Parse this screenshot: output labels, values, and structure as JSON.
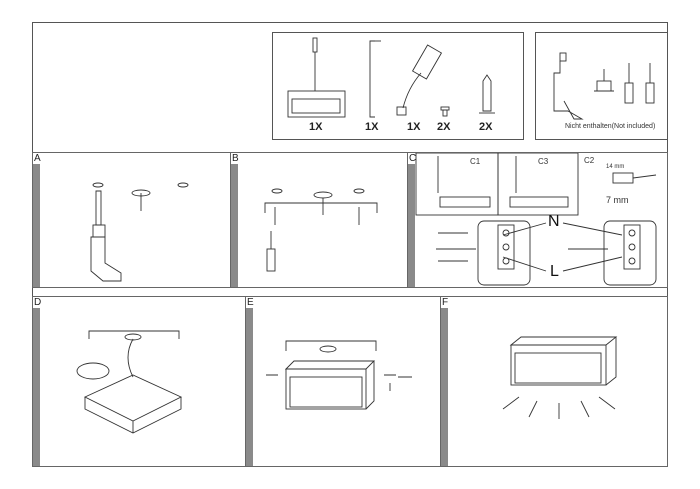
{
  "parts": {
    "quantities": [
      "1X",
      "1X",
      "1X",
      "2X",
      "2X"
    ],
    "not_included_label": "Nicht enthalten(Not included)"
  },
  "steps": {
    "a": "A",
    "b": "B",
    "c": "C",
    "d": "D",
    "e": "E",
    "f": "F"
  },
  "wiring": {
    "c1": "C1",
    "c2": "C2",
    "c3": "C3",
    "strip_length": "14 mm",
    "insert_length": "7 mm",
    "neutral": "N",
    "live": "L"
  }
}
